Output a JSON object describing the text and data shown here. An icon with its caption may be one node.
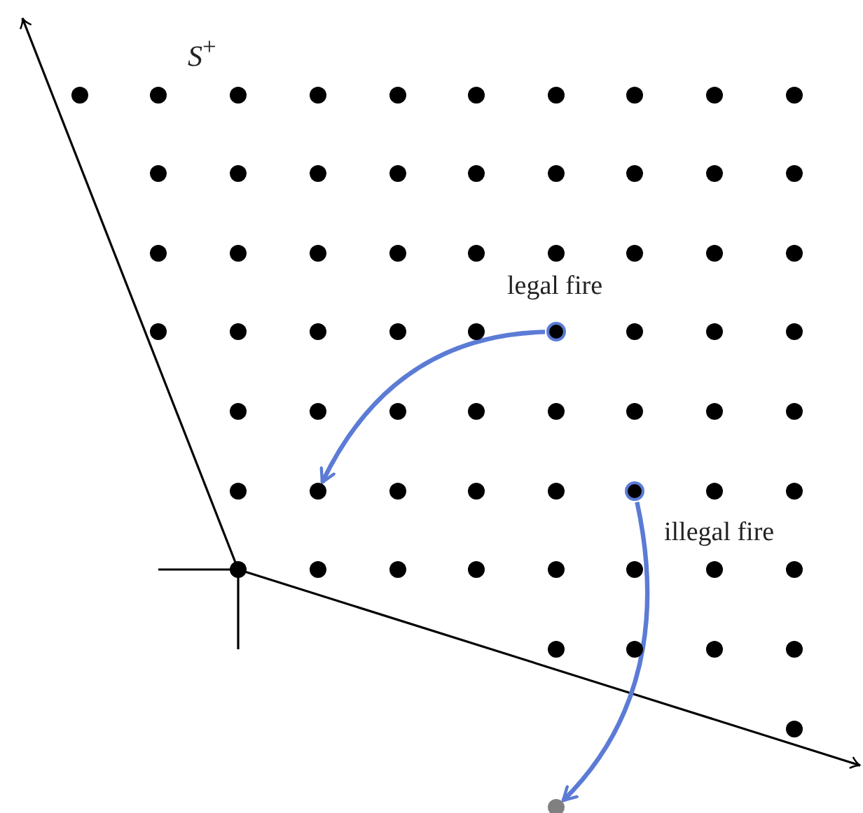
{
  "diagram": {
    "nodes": [
      {
        "text": [],
        "shape": "circle"
      },
      {
        "text": [],
        "shape": "circle"
      },
      {
        "text": [],
        "shape": "circle"
      },
      {
        "text": [],
        "shape": "circle"
      },
      {
        "text": [],
        "shape": "circle"
      },
      {
        "text": [],
        "shape": "circle"
      },
      {
        "text": [],
        "shape": "circle"
      },
      {
        "text": [],
        "shape": "circle"
      },
      {
        "text": [],
        "shape": "circle"
      },
      {
        "text": [],
        "shape": "circle"
      },
      {
        "text": [],
        "shape": "circle"
      },
      {
        "text": [],
        "shape": "circle"
      },
      {
        "text": [],
        "shape": "circle"
      },
      {
        "text": [],
        "shape": "circle"
      },
      {
        "text": [],
        "shape": "circle"
      },
      {
        "text": [],
        "shape": "circle"
      },
      {
        "text": [],
        "shape": "circle"
      },
      {
        "text": [],
        "shape": "circle"
      },
      {
        "text": [],
        "shape": "circle"
      },
      {
        "text": [],
        "shape": "circle"
      },
      {
        "text": [],
        "shape": "circle"
      },
      {
        "text": [],
        "shape": "circle"
      },
      {
        "text": [],
        "shape": "circle"
      },
      {
        "text": [],
        "shape": "circle"
      },
      {
        "text": [],
        "shape": "circle"
      },
      {
        "text": [],
        "shape": "circle"
      },
      {
        "text": [],
        "shape": "circle"
      },
      {
        "text": [],
        "shape": "circle"
      },
      {
        "text": [],
        "shape": "circle"
      },
      {
        "text": [],
        "shape": "circle"
      },
      {
        "text": [],
        "shape": "circle"
      },
      {
        "text": [],
        "shape": "circle"
      },
      {
        "text": [],
        "shape": "circle"
      },
      {
        "text": [],
        "shape": "circle"
      },
      {
        "text": [],
        "shape": "circle"
      },
      {
        "text": [],
        "shape": "circle"
      },
      {
        "text": [],
        "shape": "circle"
      },
      {
        "text": [],
        "shape": "circle"
      },
      {
        "text": [],
        "shape": "circle"
      },
      {
        "text": [],
        "shape": "circle"
      },
      {
        "text": [],
        "shape": "circle"
      },
      {
        "text": [],
        "shape": "circle"
      },
      {
        "text": [],
        "shape": "circle"
      },
      {
        "text": [],
        "shape": "circle"
      },
      {
        "text": [],
        "shape": "circle"
      },
      {
        "text": [],
        "shape": "circle"
      },
      {
        "text": [],
        "shape": "circle"
      },
      {
        "text": [],
        "shape": "circle"
      },
      {
        "text": [],
        "shape": "circle"
      },
      {
        "text": [],
        "shape": "circle"
      },
      {
        "text": [],
        "shape": "circle"
      },
      {
        "text": [],
        "shape": "circle"
      },
      {
        "text": [],
        "shape": "circle"
      },
      {
        "text": [],
        "shape": "circle"
      },
      {
        "text": [],
        "shape": "circle"
      },
      {
        "text": [],
        "shape": "circle"
      },
      {
        "text": [],
        "shape": "circle"
      },
      {
        "text": [],
        "shape": "circle"
      },
      {
        "text": [],
        "shape": "circle"
      },
      {
        "text": [],
        "shape": "circle"
      },
      {
        "text": [],
        "shape": "circle"
      },
      {
        "text": [],
        "shape": "circle"
      },
      {
        "text": [],
        "shape": "circle"
      },
      {
        "text": [],
        "shape": "circle"
      },
      {
        "text": [],
        "shape": "circle"
      },
      {
        "text": [],
        "shape": "circle"
      },
      {
        "text": [],
        "shape": "circle"
      }
    ],
    "edges": [
      {
        "from": 33,
        "to": 46,
        "arrow": "to",
        "label": "legal fire"
      },
      {
        "from": 50,
        "to": 66,
        "arrow": "to",
        "label": "illegal fire"
      }
    ],
    "labels": [
      "*S*$^{+}$"
    ]
  }
}
